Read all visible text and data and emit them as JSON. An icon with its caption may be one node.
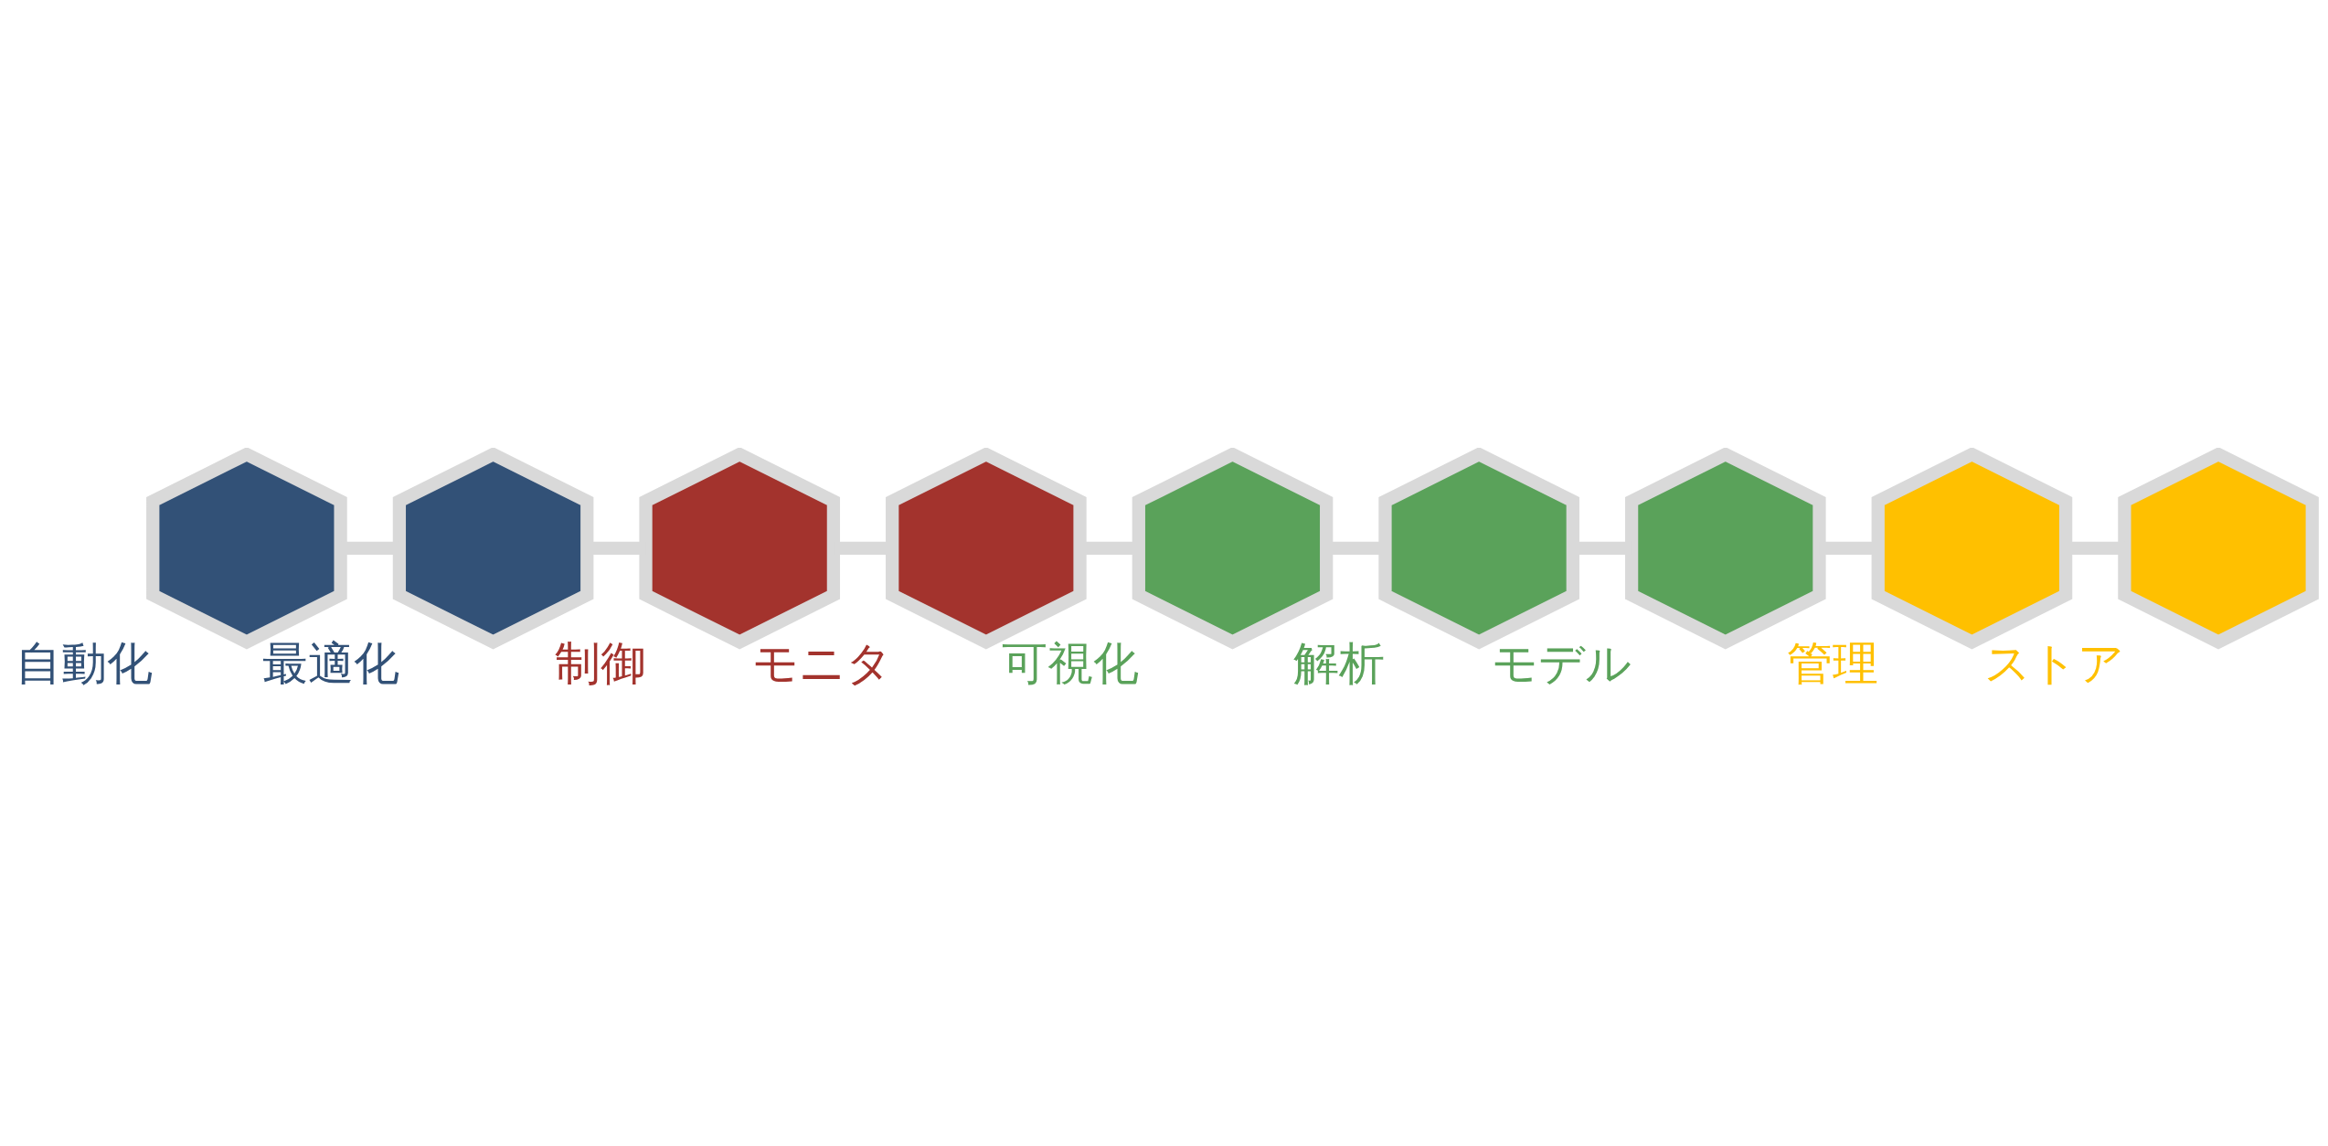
{
  "diagram": {
    "nodes": [
      {
        "text": [],
        "shape": "hexagon",
        "beside": [
          "自動化"
        ]
      },
      {
        "text": [],
        "shape": "hexagon",
        "beside": [
          "最適化"
        ]
      },
      {
        "text": [],
        "shape": "hexagon",
        "beside": [
          "制御"
        ]
      },
      {
        "text": [],
        "shape": "hexagon",
        "beside": [
          "モニタ"
        ]
      },
      {
        "text": [],
        "shape": "hexagon",
        "beside": [
          "可視化"
        ]
      },
      {
        "text": [],
        "shape": "hexagon",
        "beside": [
          "解析"
        ]
      },
      {
        "text": [],
        "shape": "hexagon",
        "beside": [
          "モデル"
        ]
      },
      {
        "text": [],
        "shape": "hexagon",
        "beside": [
          "管理"
        ]
      },
      {
        "text": [],
        "shape": "hexagon",
        "beside": [
          "ストア"
        ]
      }
    ],
    "edges": [
      {
        "from": 0,
        "to": 1,
        "arrow": "none"
      },
      {
        "from": 1,
        "to": 2,
        "arrow": "none"
      },
      {
        "from": 2,
        "to": 3,
        "arrow": "none"
      },
      {
        "from": 3,
        "to": 4,
        "arrow": "none"
      },
      {
        "from": 4,
        "to": 5,
        "arrow": "none"
      },
      {
        "from": 5,
        "to": 6,
        "arrow": "none"
      },
      {
        "from": 6,
        "to": 7,
        "arrow": "none"
      },
      {
        "from": 7,
        "to": 8,
        "arrow": "none"
      }
    ]
  }
}
